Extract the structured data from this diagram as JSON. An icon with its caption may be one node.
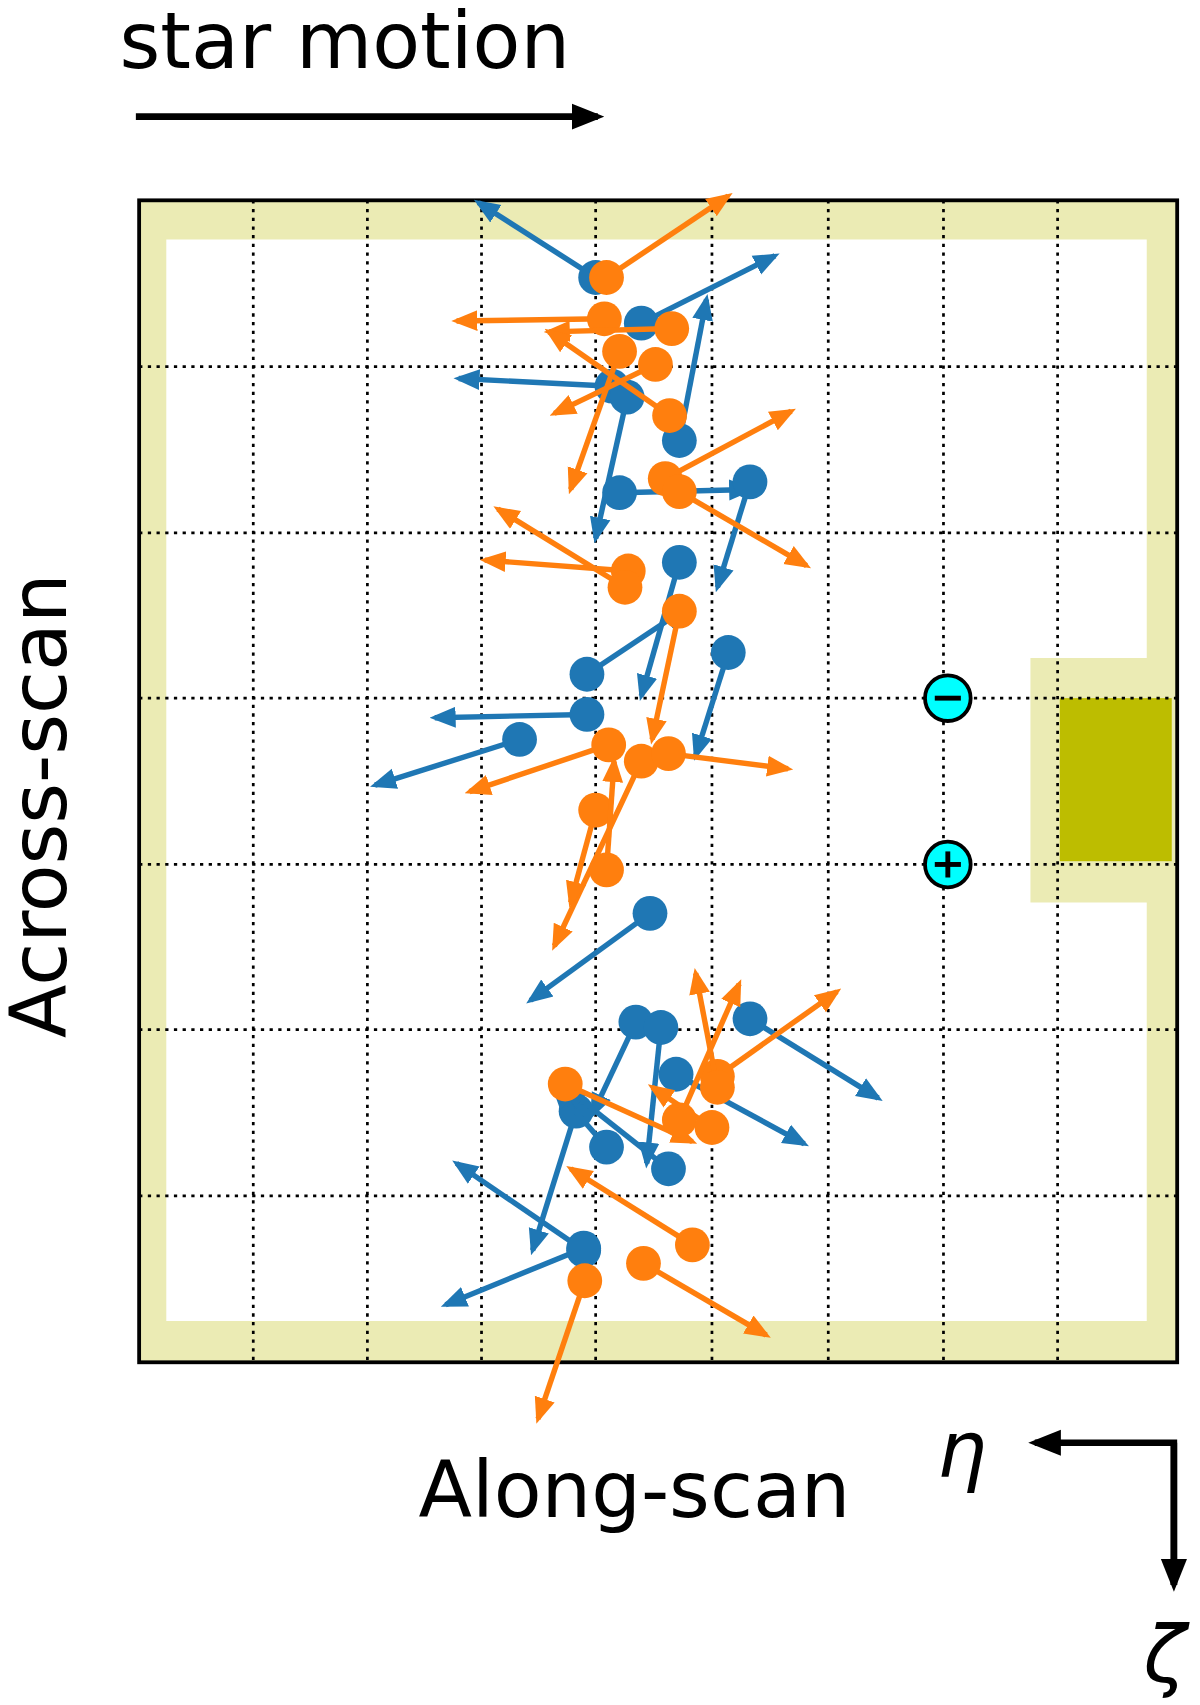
{
  "diagram": {
    "labels": [
      "star motion",
      "Across-scan",
      "Along-scan",
      "η",
      "ζ"
    ]
  }
}
